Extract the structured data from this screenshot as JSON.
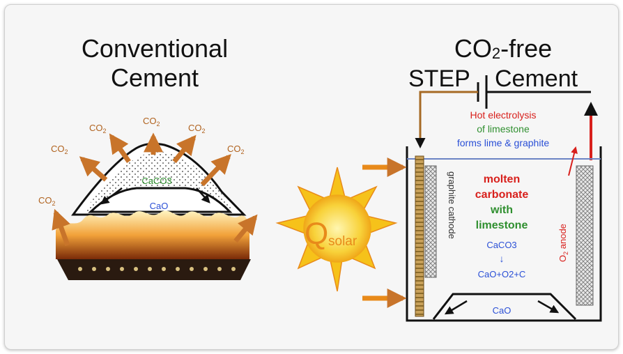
{
  "left_panel": {
    "title_line1": "Conventional",
    "title_line2": "Cement",
    "co2_label": "CO2",
    "co2_main": "CO",
    "co2_sub": "2",
    "caco3_label": "CaCO3",
    "cao_label": "CaO"
  },
  "sun": {
    "label_q": "Q",
    "label_solar": "solar"
  },
  "right_panel": {
    "title_line1_main": "CO",
    "title_line1_sub": "2",
    "title_line1_rest": "-free",
    "title_step": "STEP",
    "title_cement": "Cement",
    "hot_line1": "Hot electrolysis",
    "hot_line2": "of limestone",
    "hot_line3": "forms lime & graphite",
    "electrolyte_line1": "molten",
    "electrolyte_line2": "carbonate",
    "electrolyte_line3": "with",
    "electrolyte_line4": "limestone",
    "caco3": "CaCO3",
    "arrow_down": "↓",
    "products": "CaO+O2+C",
    "cao": "CaO",
    "cathode_label": "graphite  cathode",
    "anode_label_o": "O",
    "anode_label_sub": "2",
    "anode_label_rest": " anode"
  },
  "colors": {
    "co2_brown": "#b0621e",
    "arrow_orange": "#c8742a",
    "green": "#2f8f2f",
    "blue": "#2a4fd6",
    "red": "#d8201c",
    "sun_yellow": "#f6c21a",
    "sun_orange": "#e88a1a"
  }
}
